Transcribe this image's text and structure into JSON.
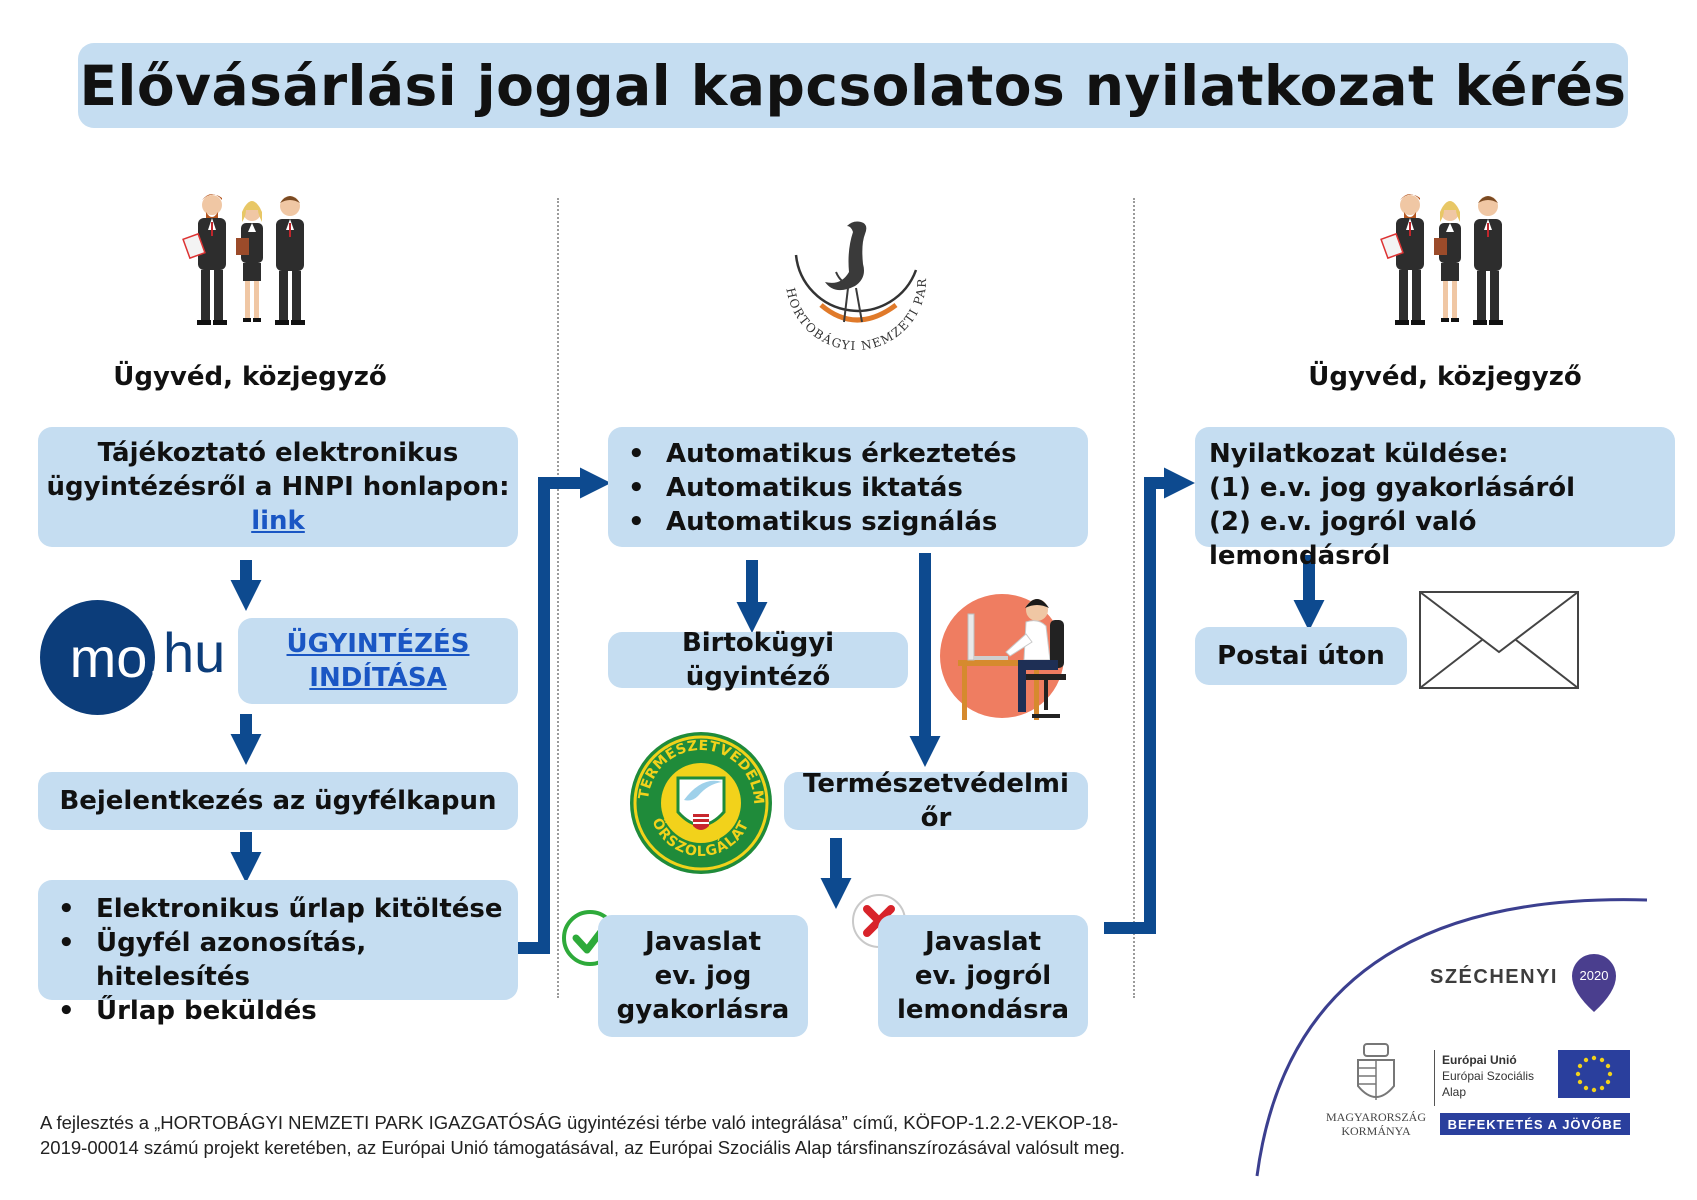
{
  "title": "Elővásárlási joggal kapcsolatos nyilatkozat kérés",
  "roles": {
    "left": "Ügyvéd, közjegyző",
    "right": "Ügyvéd, közjegyző"
  },
  "park_logo": {
    "ring_text": "HORTOBÁGYI NEMZETI PARK"
  },
  "left_column": {
    "info_line1": "Tájékoztató elektronikus",
    "info_line2": "ügyintézésről a HNPI honlapon:",
    "info_link": "link",
    "mohu_logo_mo": "mo.",
    "mohu_logo_hu": "hu",
    "start_line1": "ÜGYINTÉZÉS",
    "start_line2": "INDÍTÁSA",
    "login": "Bejelentkezés az ügyfélkapun",
    "form_steps": [
      "Elektronikus űrlap kitöltése",
      "Ügyfél azonosítás, hitelesítés",
      "Űrlap beküldés"
    ]
  },
  "middle_column": {
    "auto_steps": [
      "Automatikus érkeztetés",
      "Automatikus iktatás",
      "Automatikus szignálás"
    ],
    "clerk": "Birtokügyi ügyintéző",
    "ranger": "Természetvédelmi őr",
    "badge_top": "TERMÉSZETVÉDELMI",
    "badge_bottom": "ŐRSZOLGÁLAT",
    "proposal_exercise": [
      "Javaslat",
      "ev. jog",
      "gyakorlásra"
    ],
    "proposal_waive": [
      "Javaslat",
      "ev. jogról",
      "lemondásra"
    ]
  },
  "right_column": {
    "statement_title": "Nyilatkozat küldése:",
    "statement_opt1": "(1) e.v. jog gyakorlásáról",
    "statement_opt2": "(2) e.v. jogról való lemondásról",
    "postal": "Postai úton"
  },
  "sponsors": {
    "szechenyi": "SZÉCHENYI",
    "szechenyi_year": "2020",
    "gov_line1": "MAGYARORSZÁG",
    "gov_line2": "KORMÁNYA",
    "eu_line1": "Európai Unió",
    "eu_line2": "Európai Szociális",
    "eu_line3": "Alap",
    "slogan": "BEFEKTETÉS A JÖVŐBE"
  },
  "footer": {
    "line1": "A fejlesztés a „HORTOBÁGYI NEMZETI PARK IGAZGATÓSÁG ügyintézési térbe való integrálása” című, KÖFOP-1.2.2-VEKOP-18-",
    "line2": "2019-00014 számú projekt keretében, az Európai Unió támogatásával, az Európai Szociális Alap társfinanszírozásával valósult meg."
  },
  "colors": {
    "box_fill": "#c5ddf1",
    "arrow": "#0d4a8f",
    "link": "#1a56c4",
    "check": "#2eaa3a",
    "cross": "#d8232a",
    "badge_green": "#1f8b3a",
    "badge_yellow": "#f2d21b",
    "eu_blue": "#2a3f9d",
    "mohu_navy": "#0c3d7a"
  }
}
